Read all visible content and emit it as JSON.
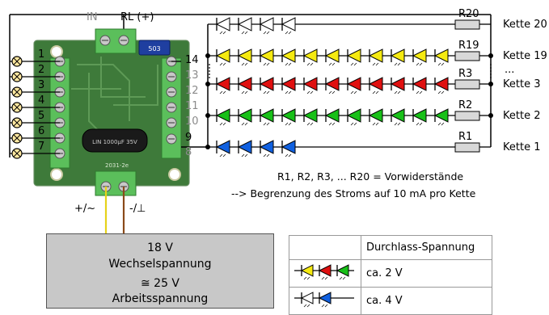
{
  "module": {
    "label_in": "IN",
    "label_rl": "RL (+)",
    "left_pins": [
      "1",
      "2",
      "3",
      "4",
      "5",
      "6",
      "7"
    ],
    "right_pins_active": [
      "14",
      "9"
    ],
    "right_pins_inactive": [
      "13",
      "12",
      "11",
      "10",
      "8"
    ],
    "power_plus": "+/~",
    "power_minus": "-/⊥",
    "chip_text": "503",
    "cap_text": "LIN 1000µF 35V",
    "board_code": "2031-2e"
  },
  "chains": [
    {
      "resistor": "R20",
      "label": "Kette 20",
      "led_color": "white"
    },
    {
      "resistor": "R19",
      "label": "Kette 19",
      "led_color": "yellow"
    },
    {
      "resistor": "R3",
      "label": "Kette 3",
      "led_color": "red"
    },
    {
      "resistor": "R2",
      "label": "Kette 2",
      "led_color": "green"
    },
    {
      "resistor": "R1",
      "label": "Kette 1",
      "led_color": "blue"
    }
  ],
  "ellipsis": "...",
  "notes": {
    "line1": "R1, R2, R3, ... R20 = Vorwiderstände",
    "line2": "--> Begrenzung des Stroms auf 10 mA pro Kette"
  },
  "supply": {
    "voltage": "18 V",
    "type": "Wechselspannung",
    "approx": "≅ 25 V",
    "mode": "Arbeitsspannung"
  },
  "table": {
    "header": "Durchlass-Spannung",
    "rows": [
      {
        "value": "ca. 2 V",
        "leds": [
          "yellow",
          "red",
          "green"
        ]
      },
      {
        "value": "ca. 4 V",
        "leds": [
          "white",
          "blue"
        ]
      }
    ]
  },
  "colors": {
    "white": "#ffffff",
    "yellow": "#f5ea10",
    "red": "#e01010",
    "green": "#18c018",
    "blue": "#1060e0",
    "board": "#3e7a3a",
    "terminal": "#5bbf5b",
    "supply_box": "#c8c8c8"
  }
}
